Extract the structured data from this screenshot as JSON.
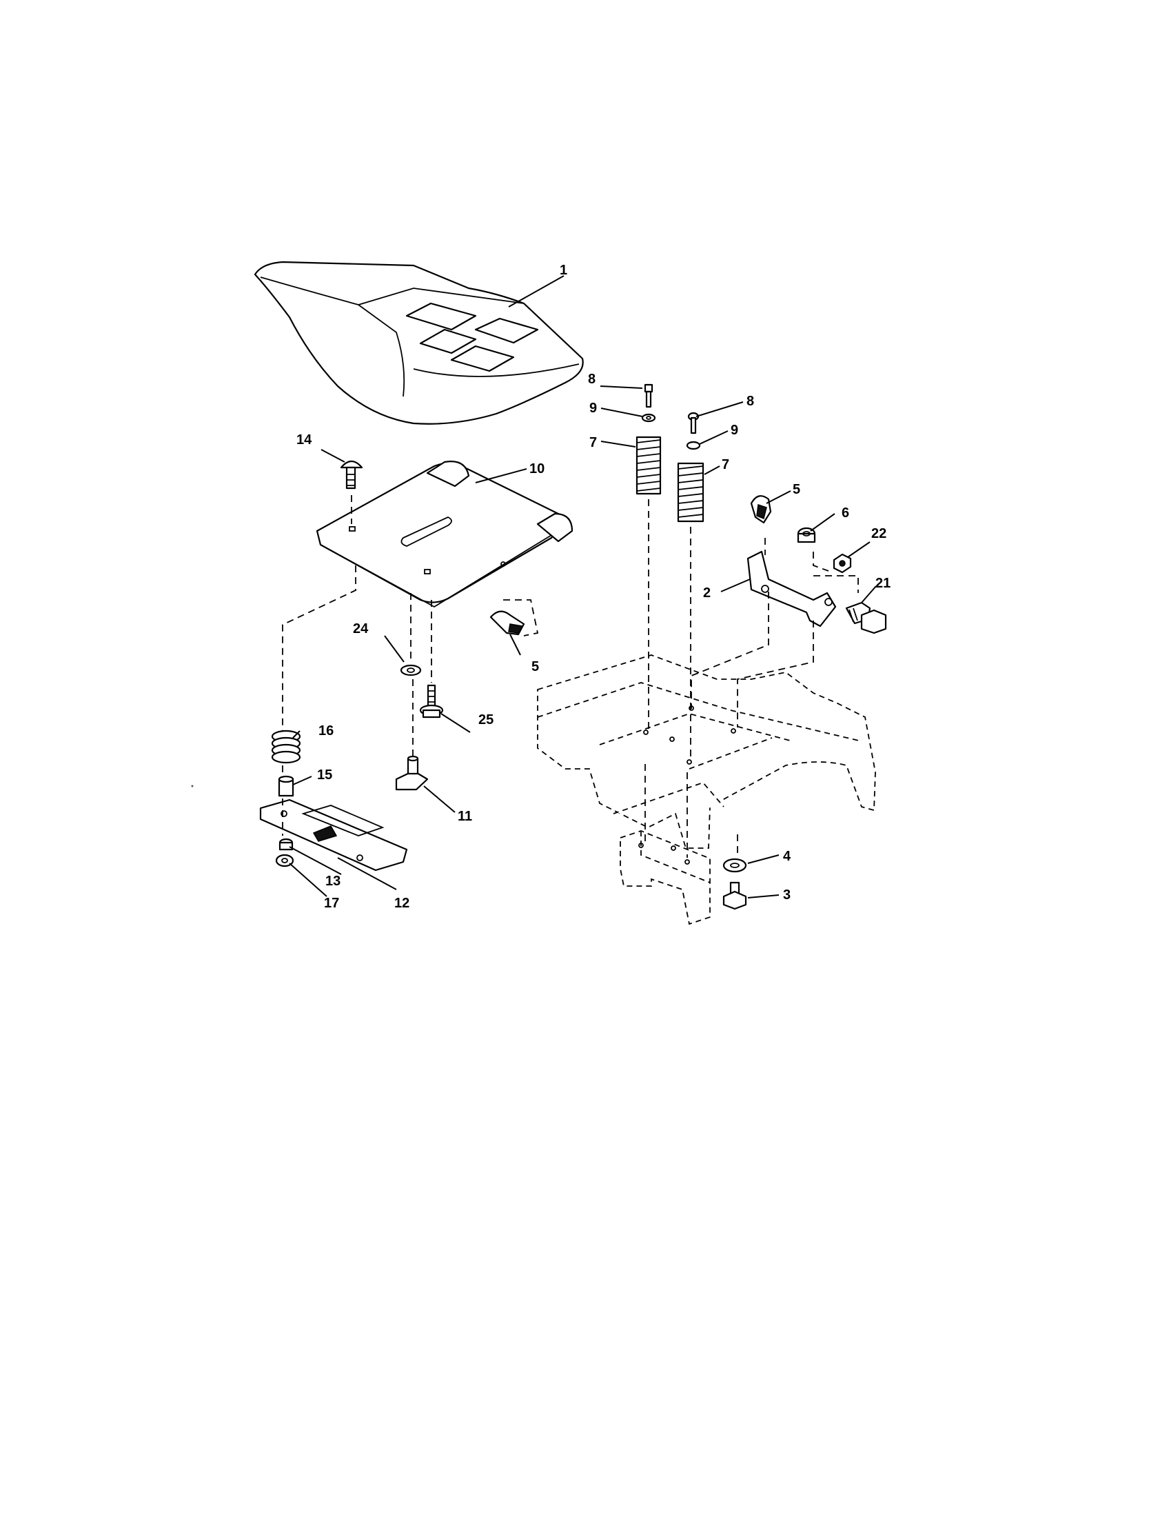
{
  "diagram": {
    "labels": [
      "1",
      "2",
      "3",
      "4",
      "5",
      "5",
      "6",
      "7",
      "7",
      "8",
      "8",
      "9",
      "9",
      "10",
      "11",
      "12",
      "13",
      "14",
      "15",
      "16",
      "17",
      "21",
      "22",
      "24",
      "25"
    ]
  }
}
